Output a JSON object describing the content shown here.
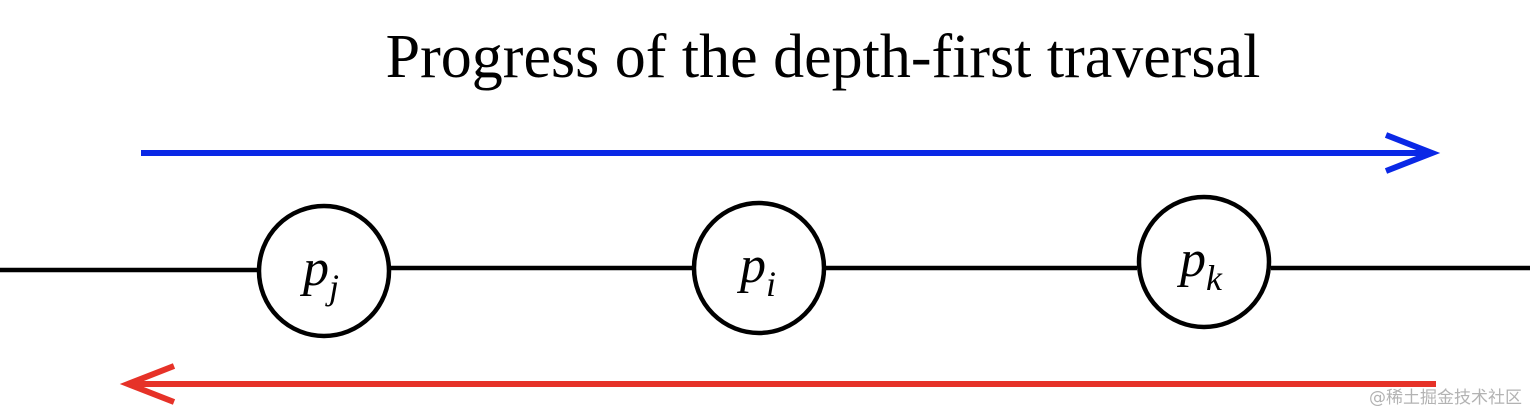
{
  "title": "Progress of the depth-first traversal",
  "nodes": [
    {
      "base": "p",
      "sub": "j"
    },
    {
      "base": "p",
      "sub": "i"
    },
    {
      "base": "p",
      "sub": "k"
    }
  ],
  "colors": {
    "forward_arrow": "#0a28e6",
    "backward_arrow": "#e63228",
    "line": "#000000"
  },
  "watermark": "@稀土掘金技术社区"
}
